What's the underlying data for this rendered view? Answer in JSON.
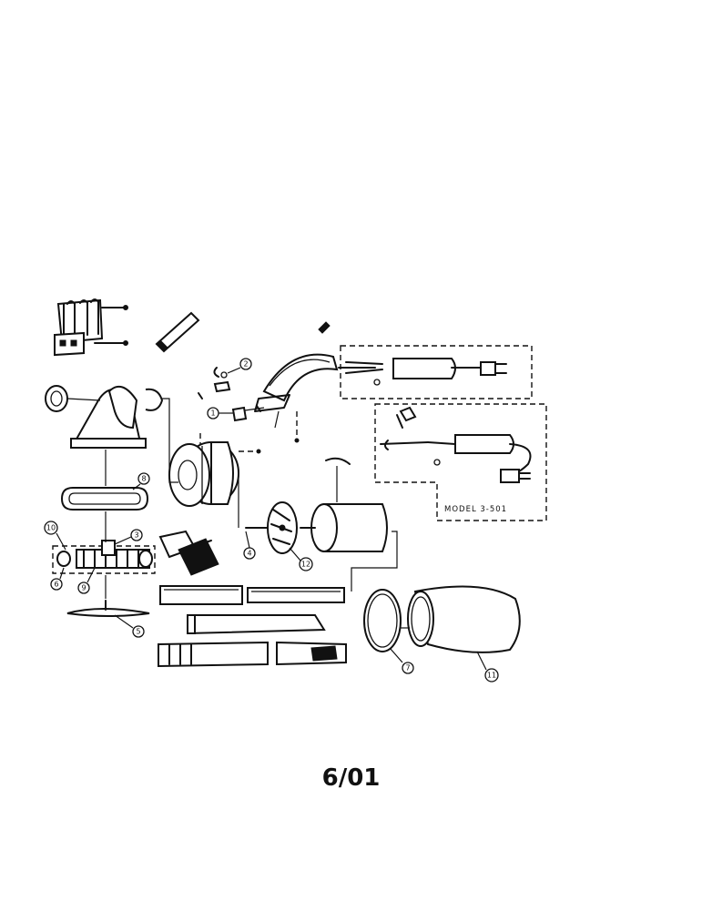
{
  "diagram": {
    "model_label": "MODEL 3-501",
    "callouts": [
      "1",
      "2",
      "3",
      "4",
      "5",
      "6",
      "7",
      "8",
      "9",
      "10",
      "11",
      "12"
    ]
  },
  "footer": {
    "date_code": "6/01"
  }
}
